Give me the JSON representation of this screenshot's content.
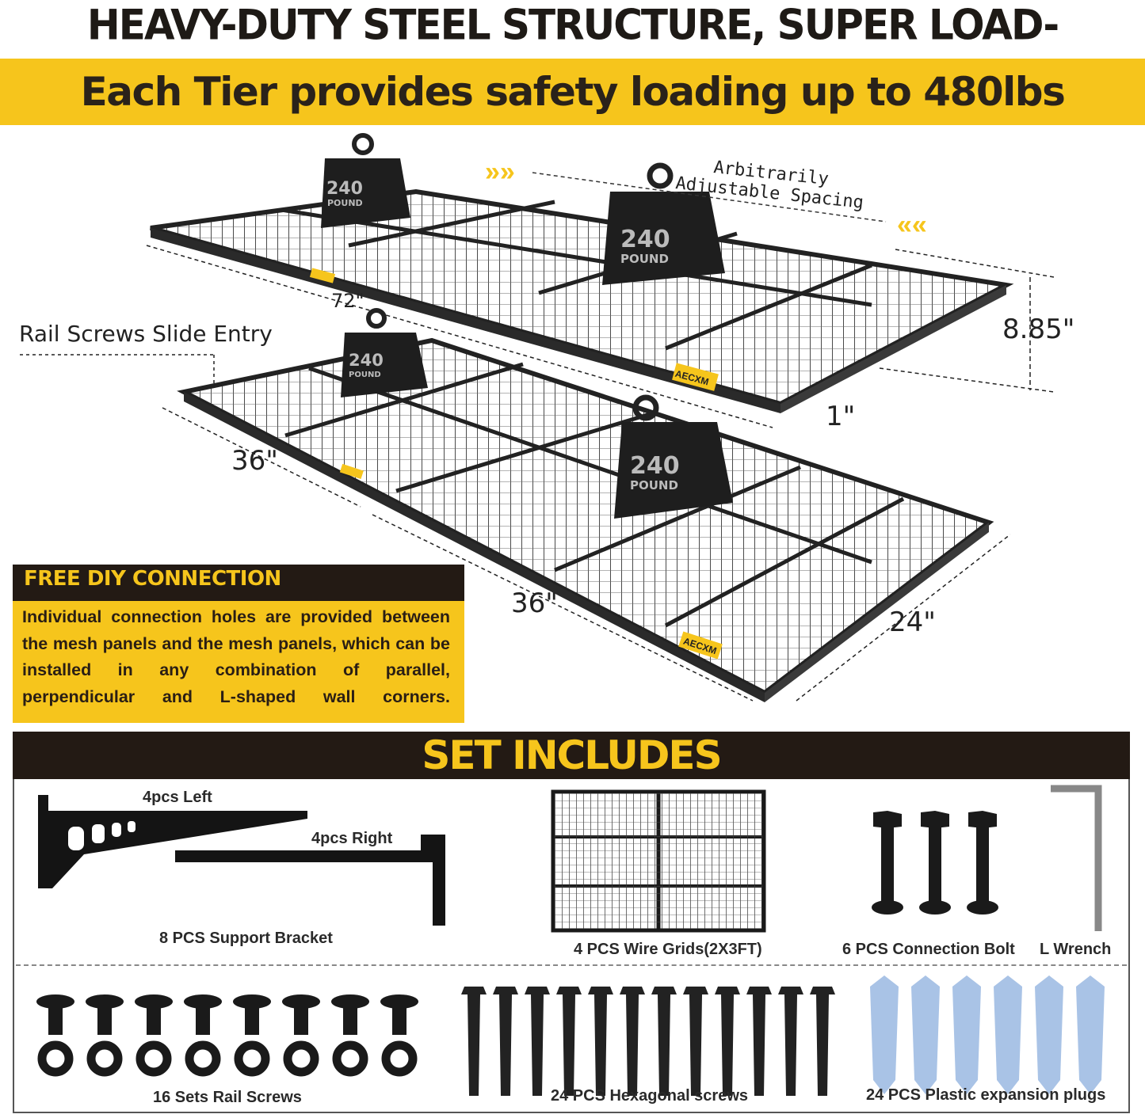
{
  "header": {
    "title": "HEAVY-DUTY STEEL STRUCTURE, SUPER LOAD-BEARING",
    "banner": "Each Tier provides safety loading up to 480lbs"
  },
  "diagram": {
    "weight_number": "240",
    "weight_unit": "POUND",
    "brand": "AECXM",
    "spacing_label_1": "Arbitrarily",
    "spacing_label_2": "Adjustable Spacing",
    "rail_label": "Rail Screws Slide Entry",
    "dim_length": "72\"",
    "dim_height": "8.85\"",
    "dim_gap": "1\"",
    "dim_section_1": "36\"",
    "dim_section_2": "36\"",
    "dim_depth": "24\""
  },
  "diy": {
    "title": "FREE DIY CONNECTION",
    "body": "Individual connection holes are provided between the mesh panels and the mesh panels, which can be installed in any combination of parallel, perpendicular and L-shaped wall corners."
  },
  "set": {
    "title": "SET INCLUDES",
    "left_label": "4pcs Left",
    "right_label": "4pcs Right",
    "items": [
      "8 PCS Support Bracket",
      "4 PCS Wire Grids(2X3FT)",
      "6 PCS Connection Bolt",
      "L Wrench",
      "16 Sets Rail Screws",
      "24 PCS Hexagonal screws",
      "24 PCS Plastic expansion plugs"
    ]
  },
  "colors": {
    "accent_yellow": "#f6c51c",
    "dark": "#231a14",
    "plug_blue": "#a9c3e6"
  }
}
